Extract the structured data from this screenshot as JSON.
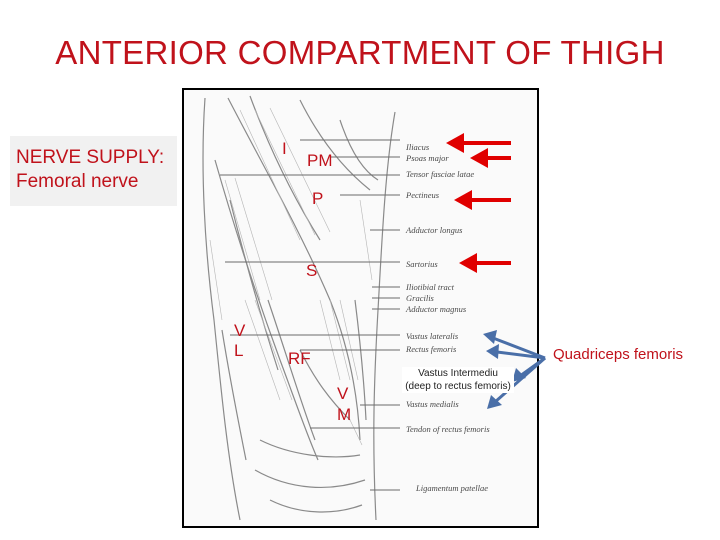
{
  "title": "ANTERIOR COMPARTMENT OF THIGH",
  "nerve_supply": {
    "line1": "NERVE SUPPLY:",
    "line2": "Femoral nerve"
  },
  "figure_labels": {
    "iliacus": "I",
    "psoas_major": "PM",
    "pectineus": "P",
    "sartorius": "S",
    "vastus_lateralis_1": "V",
    "vastus_lateralis_2": "L",
    "rectus_femoris": "RF",
    "vastus_medialis_1": "V",
    "vastus_medialis_2": "M"
  },
  "printed_muscle_names": [
    "Iliacus",
    "Psoas major",
    "Tensor fasciae latae",
    "Pectineus",
    "Adductor longus",
    "Sartorius",
    "Iliotibial tract",
    "Gracilis",
    "Adductor magnus",
    "Vastus lateralis",
    "Rectus femoris",
    "Vastus medialis",
    "Tendon of rectus femoris",
    "Ligamentum patellae"
  ],
  "vastus_intermedius_note": {
    "line1": "Vastus Intermediu",
    "line2": "(deep to rectus femoris)"
  },
  "group_label": "Quadriceps femoris",
  "colors": {
    "title": "#c0121b",
    "label": "#c0121b",
    "arrow_red": "#e00000",
    "arrow_blue": "#4a6fa8"
  }
}
